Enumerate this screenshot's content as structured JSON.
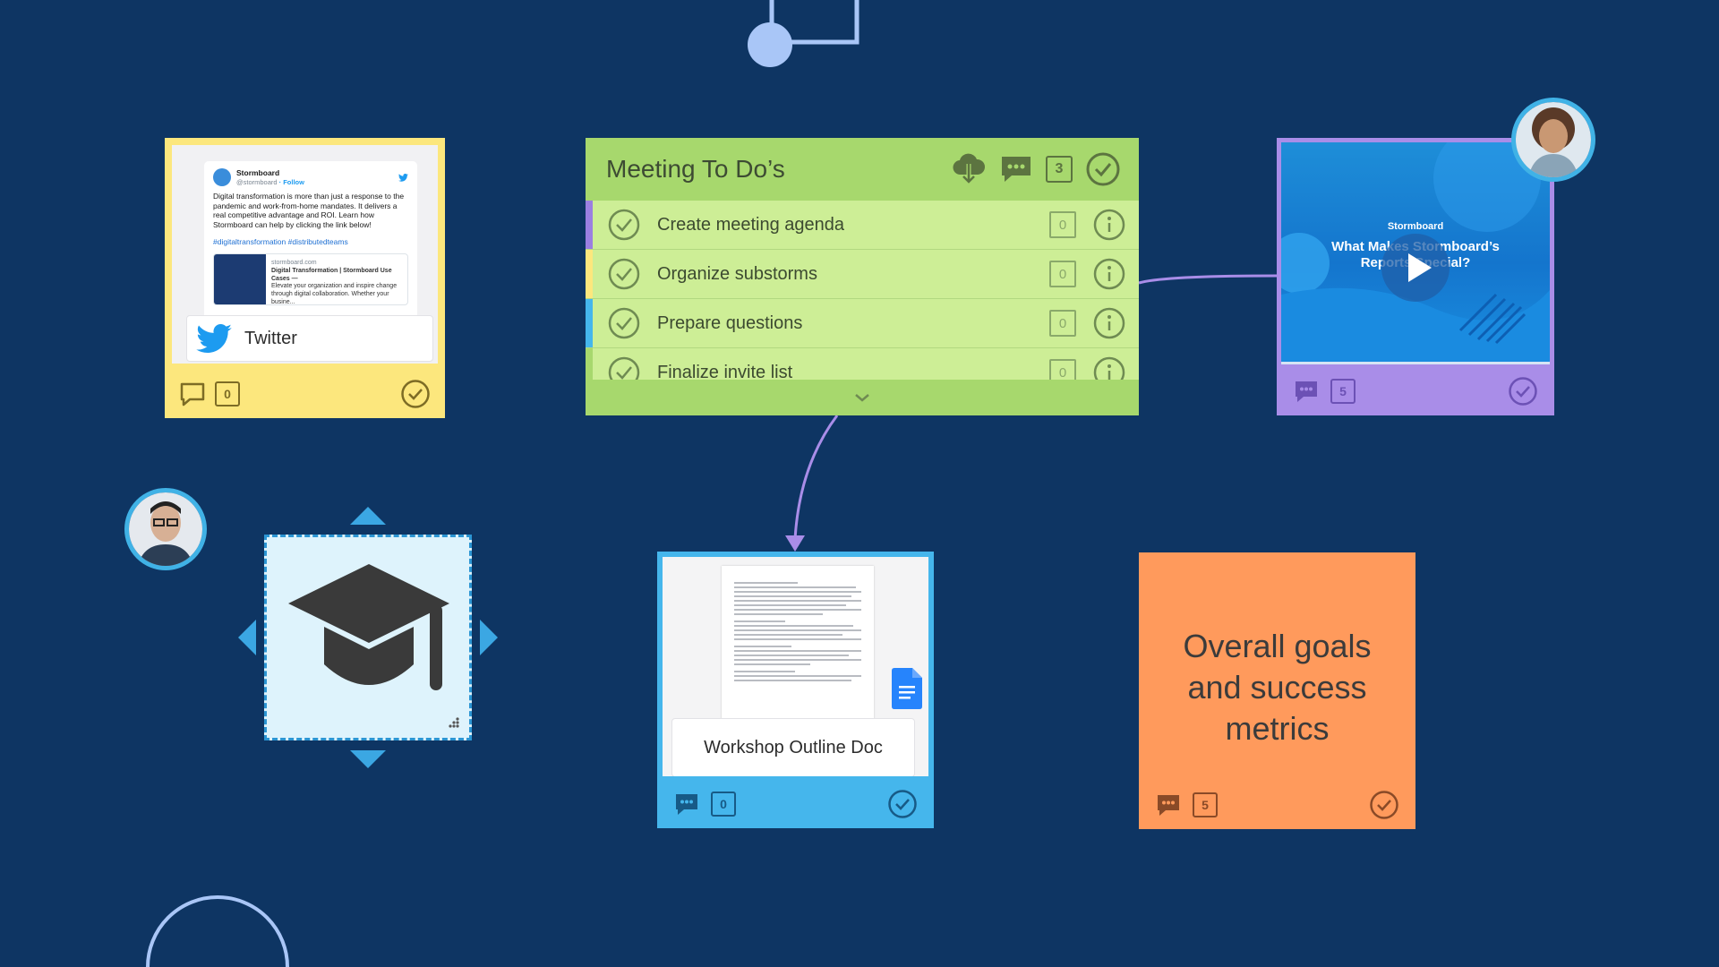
{
  "twitter_card": {
    "tweet": {
      "name": "Stormboard",
      "handle": "@stormboard",
      "follow": "· Follow",
      "body": "Digital transformation is more than just a response to the pandemic and work-from-home mandates. It delivers a real competitive advantage and ROI. Learn how Stormboard can help by clicking the link below!",
      "hashtags": "#digitaltransformation #distributedteams",
      "link_domain": "stormboard.com",
      "link_title": "Digital Transformation | Stormboard Use Cases —",
      "link_desc": "Elevate your organization and inspire change through digital collaboration. Whether your busine..."
    },
    "label": "Twitter",
    "comment_count": "0"
  },
  "todo_card": {
    "title": "Meeting To Do’s",
    "count": "3",
    "items": [
      {
        "label": "Create meeting agenda",
        "count": "0",
        "stripe": "#9b7fe0"
      },
      {
        "label": "Organize substorms",
        "count": "0",
        "stripe": "#fce77d"
      },
      {
        "label": "Prepare questions",
        "count": "0",
        "stripe": "#45b6ec"
      },
      {
        "label": "Finalize invite list",
        "count": "0",
        "stripe": "#a7d86d"
      }
    ]
  },
  "video_card": {
    "brand": "Stormboard",
    "title": "What Makes Stormboard’s Reports Special?",
    "comment_count": "5"
  },
  "doc_card": {
    "label": "Workshop Outline Doc",
    "comment_count": "0"
  },
  "sticky_card": {
    "text": "Overall goals and success metrics",
    "comment_count": "5",
    "color": "#ff9a5c"
  },
  "colors": {
    "background": "#0e3563",
    "yellow": "#fce77d",
    "green": "#a7d86d",
    "purple": "#a98de8",
    "blue": "#45b6ec",
    "orange": "#ff9a5c"
  },
  "icons": [
    "comment-icon",
    "checkmark-icon",
    "cloud-download-icon",
    "info-icon",
    "chevron-down-icon",
    "twitter-bird-icon",
    "play-icon",
    "google-docs-icon",
    "graduation-cap-icon",
    "resize-handle-icon",
    "arrow-up-icon",
    "arrow-down-icon",
    "arrow-left-icon",
    "arrow-right-icon"
  ]
}
